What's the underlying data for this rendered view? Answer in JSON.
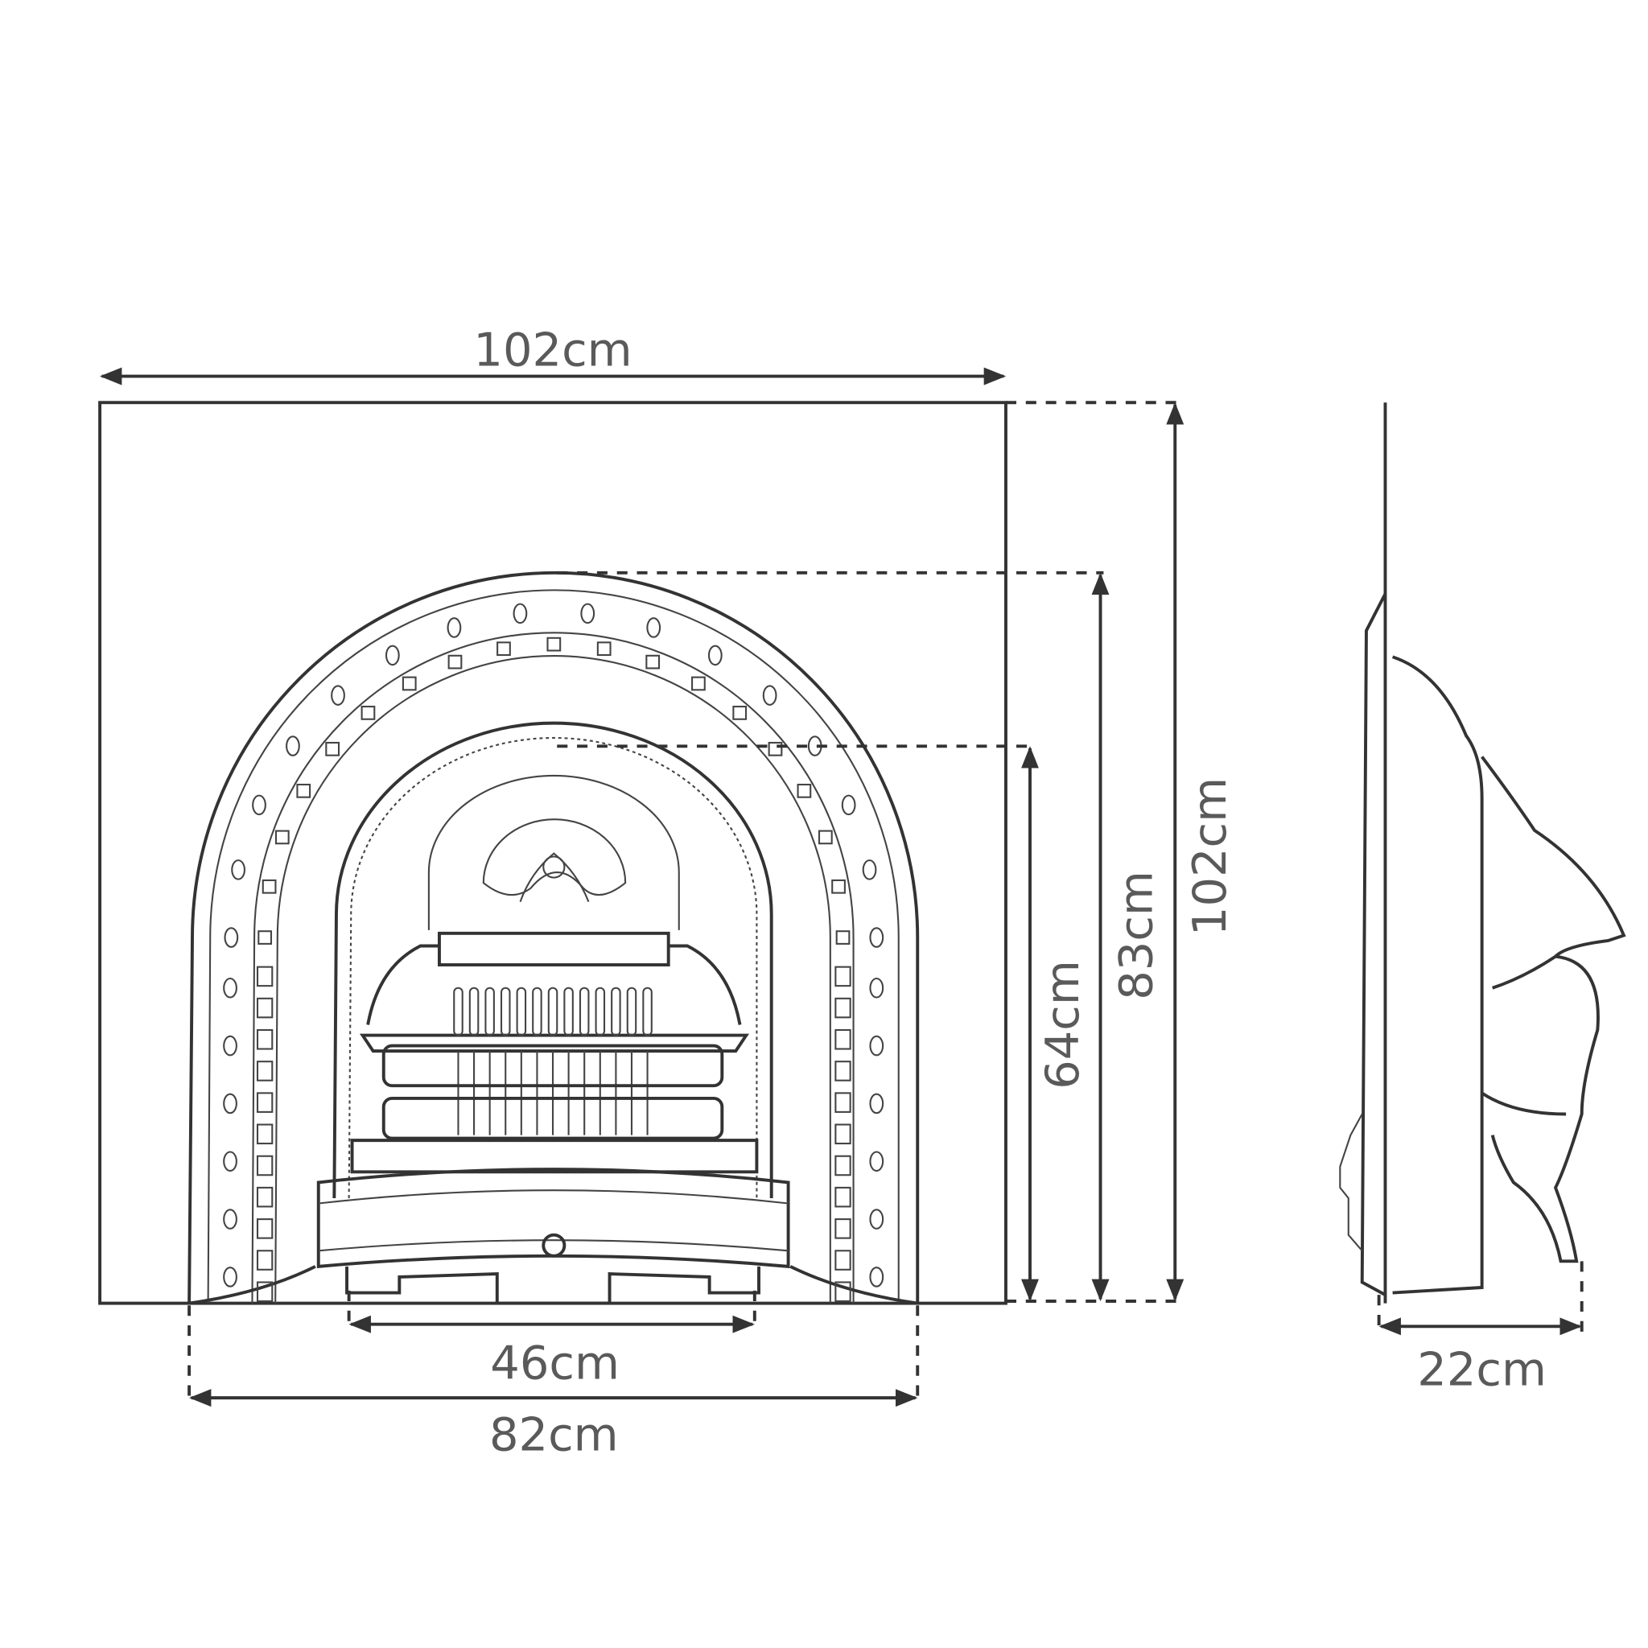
{
  "front_view": {
    "overall_width": "102cm",
    "arch_width": "82cm",
    "grate_width": "46cm",
    "grate_height": "64cm",
    "arch_height": "83cm",
    "overall_height": "102cm"
  },
  "side_view": {
    "depth": "22cm"
  },
  "colors": {
    "line": "#333333",
    "label": "#5a5a5a",
    "background": "#ffffff"
  }
}
